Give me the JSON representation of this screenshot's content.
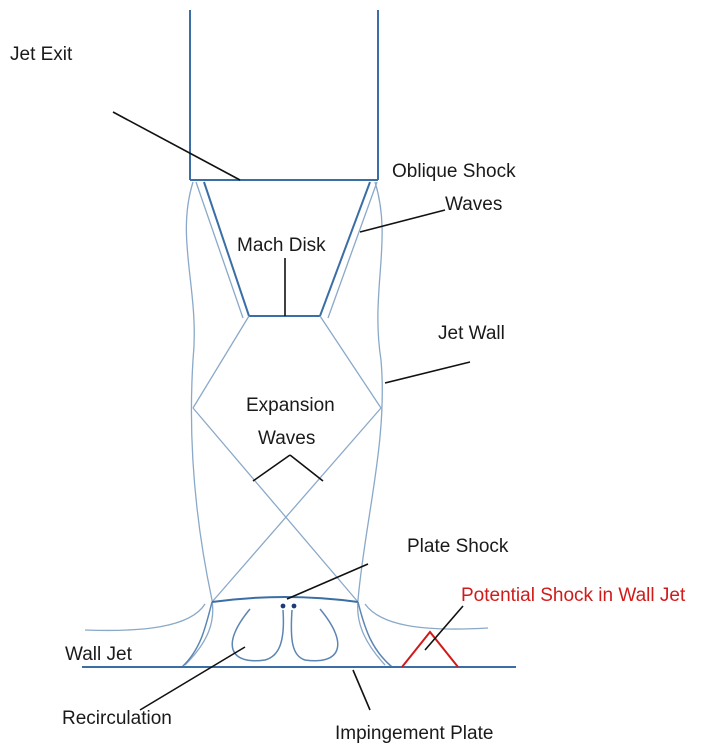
{
  "labels": {
    "jet_exit": "Jet Exit",
    "oblique_line1": "Oblique Shock",
    "oblique_line2": "Waves",
    "mach_disk": "Mach Disk",
    "jet_wall": "Jet Wall",
    "expansion_line1": "Expansion",
    "expansion_line2": "Waves",
    "plate_shock": "Plate Shock",
    "potential_shock": "Potential Shock in Wall Jet",
    "wall_jet": "Wall Jet",
    "recirculation": "Recirculation",
    "impingement_plate": "Impingement Plate"
  },
  "colors": {
    "flow_lines": "#3a6ea5",
    "leader_lines": "#111111",
    "highlight": "#d11a1a"
  }
}
